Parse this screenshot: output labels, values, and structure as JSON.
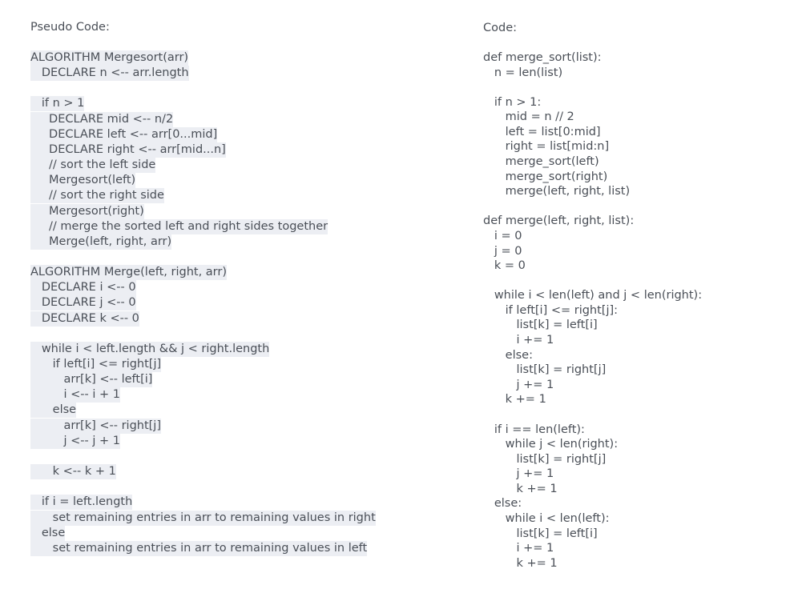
{
  "pseudo": {
    "title": "Pseudo Code:",
    "lines": [
      {
        "text": "ALGORITHM Mergesort(arr)"
      },
      {
        "text": "   DECLARE n <-- arr.length"
      },
      {
        "text": ""
      },
      {
        "text": "   if n > 1"
      },
      {
        "text": "     DECLARE mid <-- n/2"
      },
      {
        "text": "     DECLARE left <-- arr[0...mid]"
      },
      {
        "text": "     DECLARE right <-- arr[mid...n]"
      },
      {
        "text": "     // sort the left side"
      },
      {
        "text": "     Mergesort(left)"
      },
      {
        "text": "     // sort the right side"
      },
      {
        "text": "     Mergesort(right)"
      },
      {
        "text": "     // merge the sorted left and right sides together"
      },
      {
        "text": "     Merge(left, right, arr)"
      },
      {
        "text": ""
      },
      {
        "text": "ALGORITHM Merge(left, right, arr)"
      },
      {
        "text": "   DECLARE i <-- 0"
      },
      {
        "text": "   DECLARE j <-- 0"
      },
      {
        "text": "   DECLARE k <-- 0"
      },
      {
        "text": ""
      },
      {
        "text": "   while i < left.length && j < right.length"
      },
      {
        "text": "      if left[i] <= right[j]"
      },
      {
        "text": "         arr[k] <-- left[i]"
      },
      {
        "text": "         i <-- i + 1"
      },
      {
        "text": "      else"
      },
      {
        "text": "         arr[k] <-- right[j]"
      },
      {
        "text": "         j <-- j + 1"
      },
      {
        "text": ""
      },
      {
        "text": "      k <-- k + 1"
      },
      {
        "text": ""
      },
      {
        "text": "   if i = left.length"
      },
      {
        "text": "      set remaining entries in arr to remaining values in right"
      },
      {
        "text": "   else"
      },
      {
        "text": "      set remaining entries in arr to remaining values in left"
      }
    ]
  },
  "code": {
    "title": "Code:",
    "lines": [
      {
        "text": "def merge_sort(list):"
      },
      {
        "text": "   n = len(list)"
      },
      {
        "text": ""
      },
      {
        "text": "   if n > 1:"
      },
      {
        "text": "      mid = n // 2"
      },
      {
        "text": "      left = list[0:mid]"
      },
      {
        "text": "      right = list[mid:n]"
      },
      {
        "text": "      merge_sort(left)"
      },
      {
        "text": "      merge_sort(right)"
      },
      {
        "text": "      merge(left, right, list)"
      },
      {
        "text": ""
      },
      {
        "text": "def merge(left, right, list):"
      },
      {
        "text": "   i = 0"
      },
      {
        "text": "   j = 0"
      },
      {
        "text": "   k = 0"
      },
      {
        "text": ""
      },
      {
        "text": "   while i < len(left) and j < len(right):"
      },
      {
        "text": "      if left[i] <= right[j]:"
      },
      {
        "text": "         list[k] = left[i]"
      },
      {
        "text": "         i += 1"
      },
      {
        "text": "      else:"
      },
      {
        "text": "         list[k] = right[j]"
      },
      {
        "text": "         j += 1"
      },
      {
        "text": "      k += 1"
      },
      {
        "text": ""
      },
      {
        "text": "   if i == len(left):"
      },
      {
        "text": "      while j < len(right):"
      },
      {
        "text": "         list[k] = right[j]"
      },
      {
        "text": "         j += 1"
      },
      {
        "text": "         k += 1"
      },
      {
        "text": "   else:"
      },
      {
        "text": "      while i < len(left):"
      },
      {
        "text": "         list[k] = left[i]"
      },
      {
        "text": "         i += 1"
      },
      {
        "text": "         k += 1"
      }
    ]
  }
}
